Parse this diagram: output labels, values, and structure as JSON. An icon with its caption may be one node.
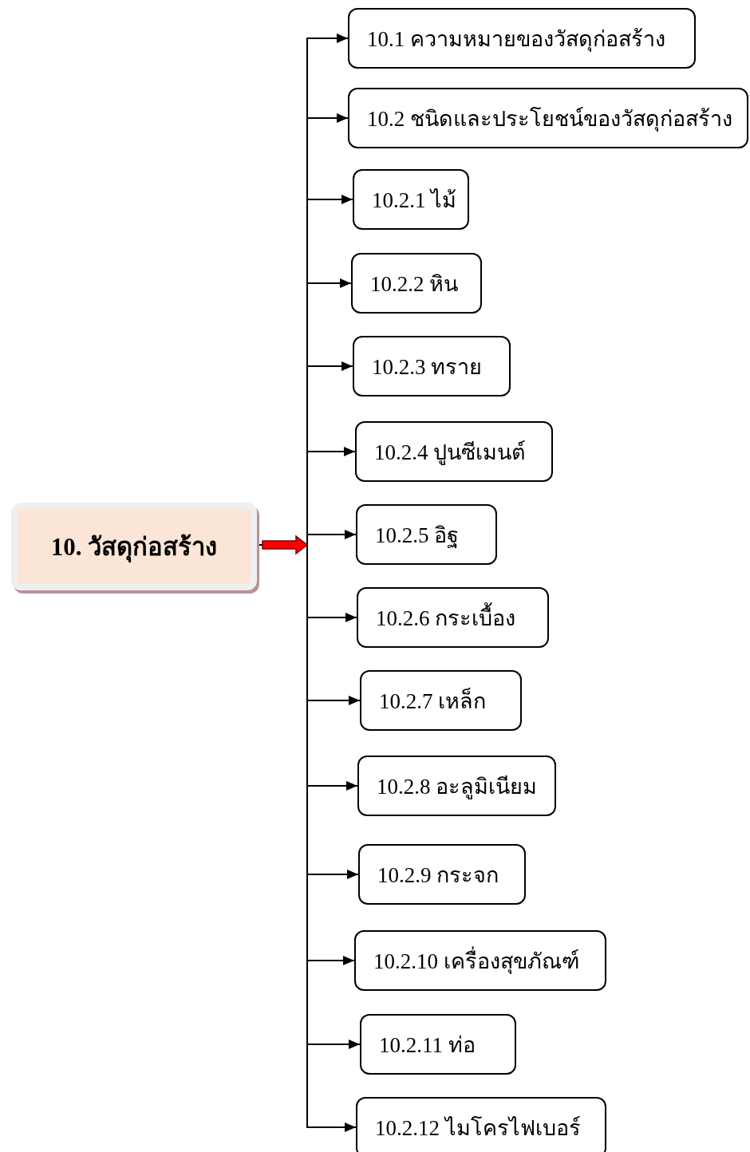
{
  "diagram": {
    "nodes": [
      {
        "text": [
          "10. วัสดุก่อสร้าง"
        ]
      },
      {
        "text": [
          "10.1 ความหมายของวัสดุก่อสร้าง"
        ]
      },
      {
        "text": [
          "10.2 ชนิดและประโยชน์ของวัสดุก่อสร้าง"
        ]
      },
      {
        "text": [
          "10.2.1 ไม้"
        ]
      },
      {
        "text": [
          "10.2.2 หิน"
        ]
      },
      {
        "text": [
          "10.2.3 ทราย"
        ]
      },
      {
        "text": [
          "10.2.4 ปูนซีเมนต์"
        ]
      },
      {
        "text": [
          "10.2.5 อิฐ"
        ]
      },
      {
        "text": [
          "10.2.6 กระเบื้อง"
        ]
      },
      {
        "text": [
          "10.2.7 เหล็ก"
        ]
      },
      {
        "text": [
          "10.2.8 อะลูมิเนียม"
        ]
      },
      {
        "text": [
          "10.2.9 กระจก"
        ]
      },
      {
        "text": [
          "10.2.10 เครื่องสุขภัณฑ์"
        ]
      },
      {
        "text": [
          "10.2.11 ท่อ"
        ]
      },
      {
        "text": [
          "10.2.12 ไมโครไฟเบอร์"
        ]
      }
    ],
    "edges": [
      {
        "from": 0,
        "to": 1,
        "arrow": "to"
      },
      {
        "from": 0,
        "to": 2,
        "arrow": "to"
      },
      {
        "from": 0,
        "to": 3,
        "arrow": "to"
      },
      {
        "from": 0,
        "to": 4,
        "arrow": "to"
      },
      {
        "from": 0,
        "to": 5,
        "arrow": "to"
      },
      {
        "from": 0,
        "to": 6,
        "arrow": "to"
      },
      {
        "from": 0,
        "to": 7,
        "arrow": "to"
      },
      {
        "from": 0,
        "to": 8,
        "arrow": "to"
      },
      {
        "from": 0,
        "to": 9,
        "arrow": "to"
      },
      {
        "from": 0,
        "to": 10,
        "arrow": "to"
      },
      {
        "from": 0,
        "to": 11,
        "arrow": "to"
      },
      {
        "from": 0,
        "to": 12,
        "arrow": "to"
      },
      {
        "from": 0,
        "to": 13,
        "arrow": "to"
      },
      {
        "from": 0,
        "to": 14,
        "arrow": "to"
      }
    ]
  }
}
